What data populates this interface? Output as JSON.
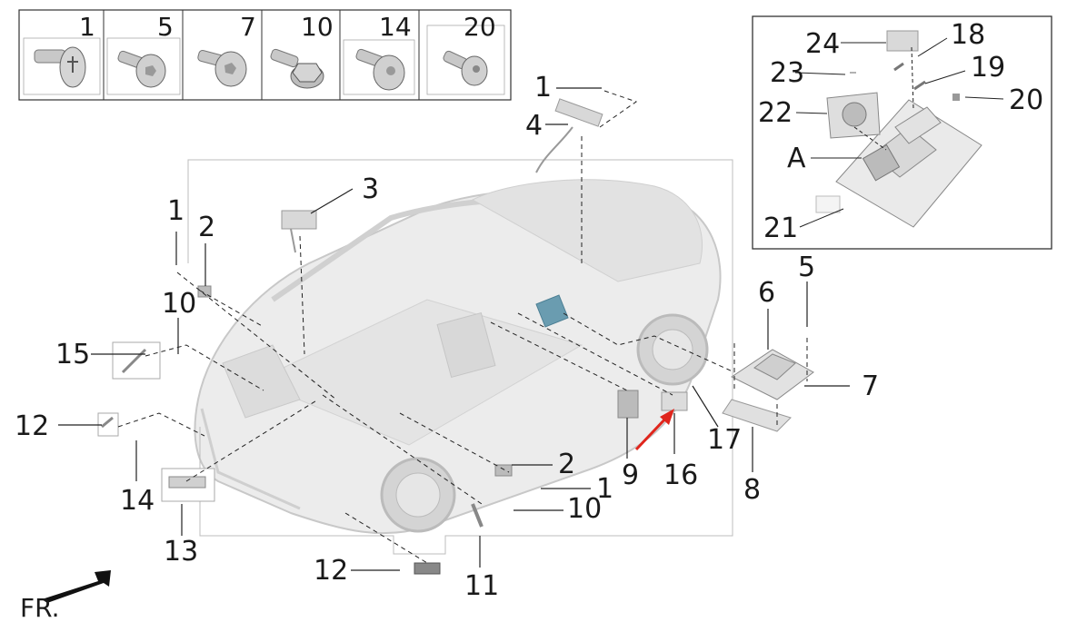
{
  "hardware_kit": {
    "items": [
      {
        "number": "1",
        "icon": "flat-head-screw-icon"
      },
      {
        "number": "5",
        "icon": "hex-socket-screw-icon"
      },
      {
        "number": "7",
        "icon": "hex-socket-screw-icon"
      },
      {
        "number": "10",
        "icon": "hex-flange-bolt-icon"
      },
      {
        "number": "14",
        "icon": "torx-flat-head-screw-icon"
      },
      {
        "number": "20",
        "icon": "socket-head-bolt-icon"
      }
    ]
  },
  "detail_view": {
    "callouts": [
      "24",
      "18",
      "23",
      "19",
      "22",
      "20",
      "A",
      "21"
    ]
  },
  "vehicle_callouts": {
    "c1_top": "1",
    "c4": "4",
    "c3": "3",
    "c1_left": "1",
    "c2_left": "2",
    "c10_left": "10",
    "c15": "15",
    "c12_left": "12",
    "c14": "14",
    "c13": "13",
    "c12_bottom": "12",
    "c11": "11",
    "c10_bottom": "10",
    "c1_bottom": "1",
    "c2_bottom": "2",
    "c9": "9",
    "c16": "16",
    "c17": "17",
    "c8": "8",
    "c7": "7",
    "c6": "6",
    "c5": "5"
  },
  "direction_label": "FR.",
  "colors": {
    "highlight_module": "#6a9cb0",
    "pointer_arrow": "#e0251c",
    "line": "#1a1a1a",
    "ghost_vehicle": "#e8e8e8"
  }
}
